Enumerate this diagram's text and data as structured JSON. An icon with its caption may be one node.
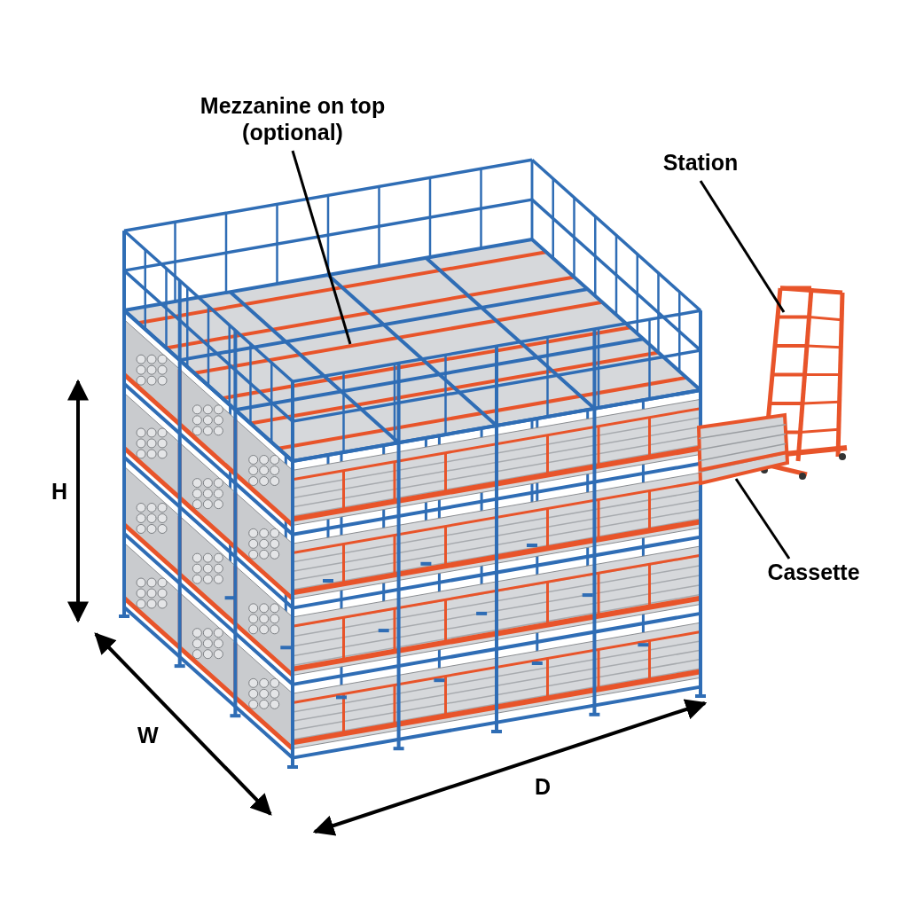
{
  "diagram": {
    "nodes": [
      {
        "text": [
          "Mezzanine on top (optional)"
        ]
      },
      {
        "text": [
          "Station"
        ]
      },
      {
        "text": [
          "Cassette"
        ]
      },
      {
        "text": [],
        "shape": "picture"
      },
      {
        "text": [],
        "shape": "picture"
      },
      {
        "text": [],
        "shape": "picture"
      }
    ],
    "edges": [
      {
        "from": 0,
        "to": 3,
        "arrow": "none"
      },
      {
        "from": 1,
        "to": 4,
        "arrow": "none"
      },
      {
        "from": 2,
        "to": 5,
        "arrow": "none"
      }
    ],
    "labels": [
      "H",
      "W",
      "D"
    ]
  }
}
